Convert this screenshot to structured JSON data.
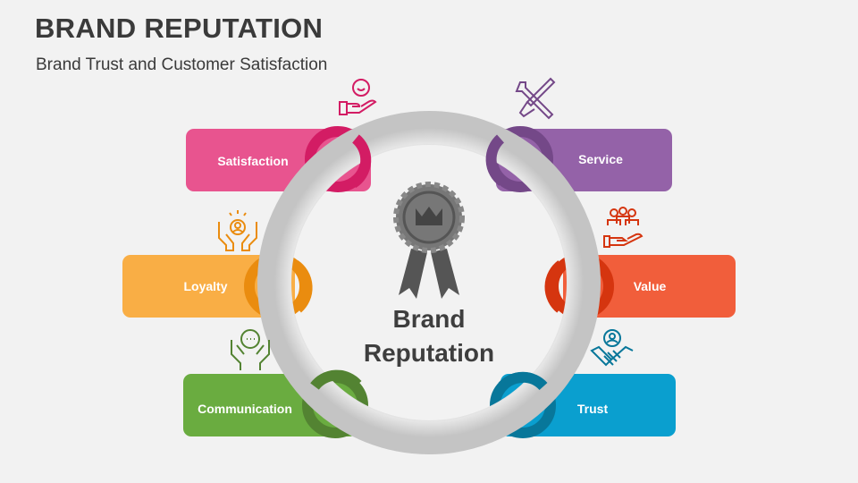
{
  "header": {
    "title": "BRAND REPUTATION",
    "subtitle": "Brand Trust and Customer Satisfaction"
  },
  "center": {
    "line1": "Brand",
    "line2": "Reputation",
    "icon": "award-badge-crown-icon"
  },
  "items": [
    {
      "label": "Satisfaction",
      "color": "#E8548F",
      "ring": "#D31C64",
      "icon": "hand-smiley-icon"
    },
    {
      "label": "Service",
      "color": "#9462A8",
      "ring": "#744888",
      "icon": "tools-icon"
    },
    {
      "label": "Loyalty",
      "color": "#F9AE45",
      "ring": "#EA8C0F",
      "icon": "hands-person-stars-icon"
    },
    {
      "label": "Value",
      "color": "#F15E3B",
      "ring": "#D5350F",
      "icon": "hand-group-icon"
    },
    {
      "label": "Communication",
      "color": "#6AAC40",
      "ring": "#538332",
      "icon": "hands-speech-icon"
    },
    {
      "label": "Trust",
      "color": "#0A9FCF",
      "ring": "#08779A",
      "icon": "handshake-icon"
    }
  ]
}
